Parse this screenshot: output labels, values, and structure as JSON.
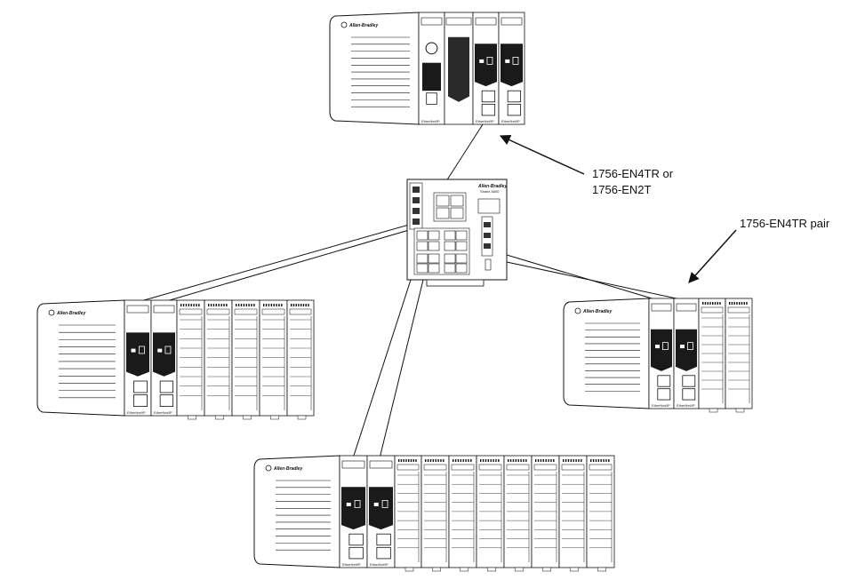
{
  "annotations": {
    "primary_module": {
      "line1": "1756-EN4TR or",
      "line2": "1756-EN2T"
    },
    "pair_module": "1756-EN4TR pair"
  },
  "chassis": {
    "brand_text": "Allen-Bradley",
    "module_footer_text": "EtherNet/IP"
  },
  "switch": {
    "brand_text": "Allen-Bradley",
    "model_text": "Stratix 5800"
  },
  "colors": {
    "line": "#111111",
    "fill": "#ffffff",
    "dark": "#1a1a1a",
    "gray": "#9a9a9a"
  }
}
